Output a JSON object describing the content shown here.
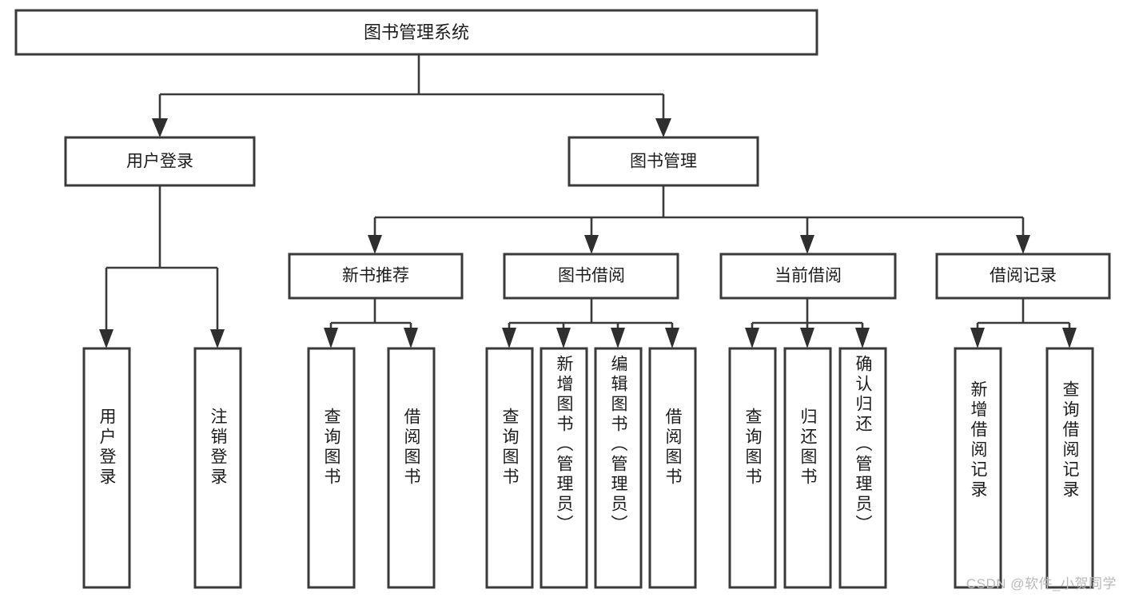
{
  "diagram": {
    "type": "tree-hierarchy",
    "title": "图书管理系统",
    "levels": 4,
    "root": {
      "label": "图书管理系统"
    },
    "level2": [
      {
        "label": "用户登录"
      },
      {
        "label": "图书管理"
      }
    ],
    "level3": [
      {
        "label": "新书推荐"
      },
      {
        "label": "图书借阅"
      },
      {
        "label": "当前借阅"
      },
      {
        "label": "借阅记录"
      }
    ],
    "leaves_user_login": [
      {
        "label": "用户登录"
      },
      {
        "label": "注销登录"
      }
    ],
    "leaves_new_book": [
      {
        "label": "查询图书"
      },
      {
        "label": "借阅图书"
      }
    ],
    "leaves_borrow": [
      {
        "label": "查询图书"
      },
      {
        "label": "新增图书（管理员）"
      },
      {
        "label": "编辑图书（管理员）"
      },
      {
        "label": "借阅图书"
      }
    ],
    "leaves_current": [
      {
        "label": "查询图书"
      },
      {
        "label": "归还图书"
      },
      {
        "label": "确认归还（管理员）"
      }
    ],
    "leaves_records": [
      {
        "label": "新增借阅记录"
      },
      {
        "label": "查询借阅记录"
      }
    ]
  },
  "watermark": {
    "text": "CSDN @软件_小贺同学"
  },
  "colors": {
    "background": "#ffffff",
    "box_fill": "#ffffff",
    "box_stroke": "#3a3a3a",
    "text": "#1c1c1c",
    "watermark": "#b9b9b9"
  }
}
